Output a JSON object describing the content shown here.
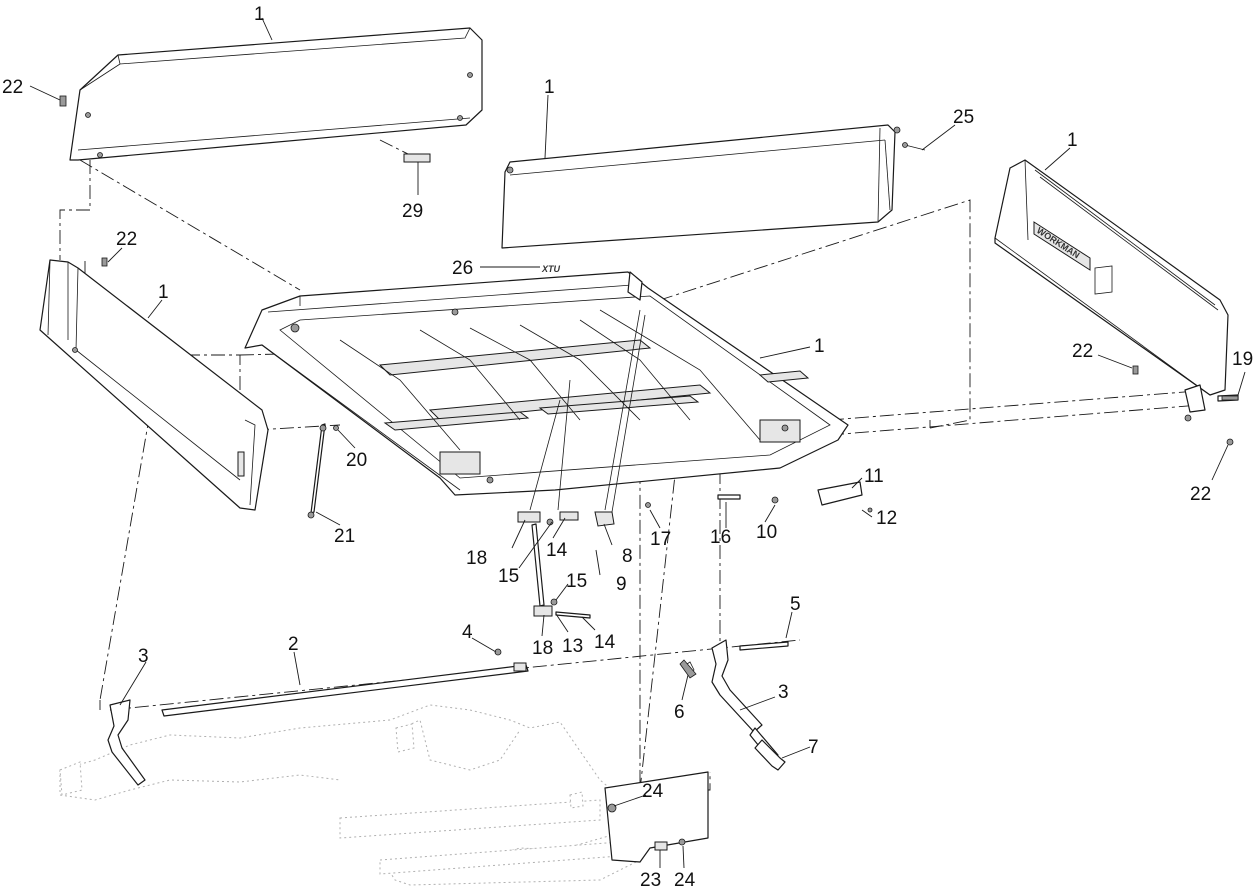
{
  "callouts": {
    "n1": "1",
    "n2": "2",
    "n3": "3",
    "n4": "4",
    "n5": "5",
    "n6": "6",
    "n7": "7",
    "n8": "8",
    "n9": "9",
    "n10": "10",
    "n11": "11",
    "n12": "12",
    "n13": "13",
    "n14": "14",
    "n15": "15",
    "n16": "16",
    "n17": "17",
    "n18": "18",
    "n19": "19",
    "n20": "20",
    "n21": "21",
    "n22": "22",
    "n23": "23",
    "n24": "24",
    "n25": "25",
    "n26": "26",
    "n29": "29"
  },
  "decals": {
    "tailgate_brand": "WORKMAN",
    "bed_logo": "XTU"
  }
}
